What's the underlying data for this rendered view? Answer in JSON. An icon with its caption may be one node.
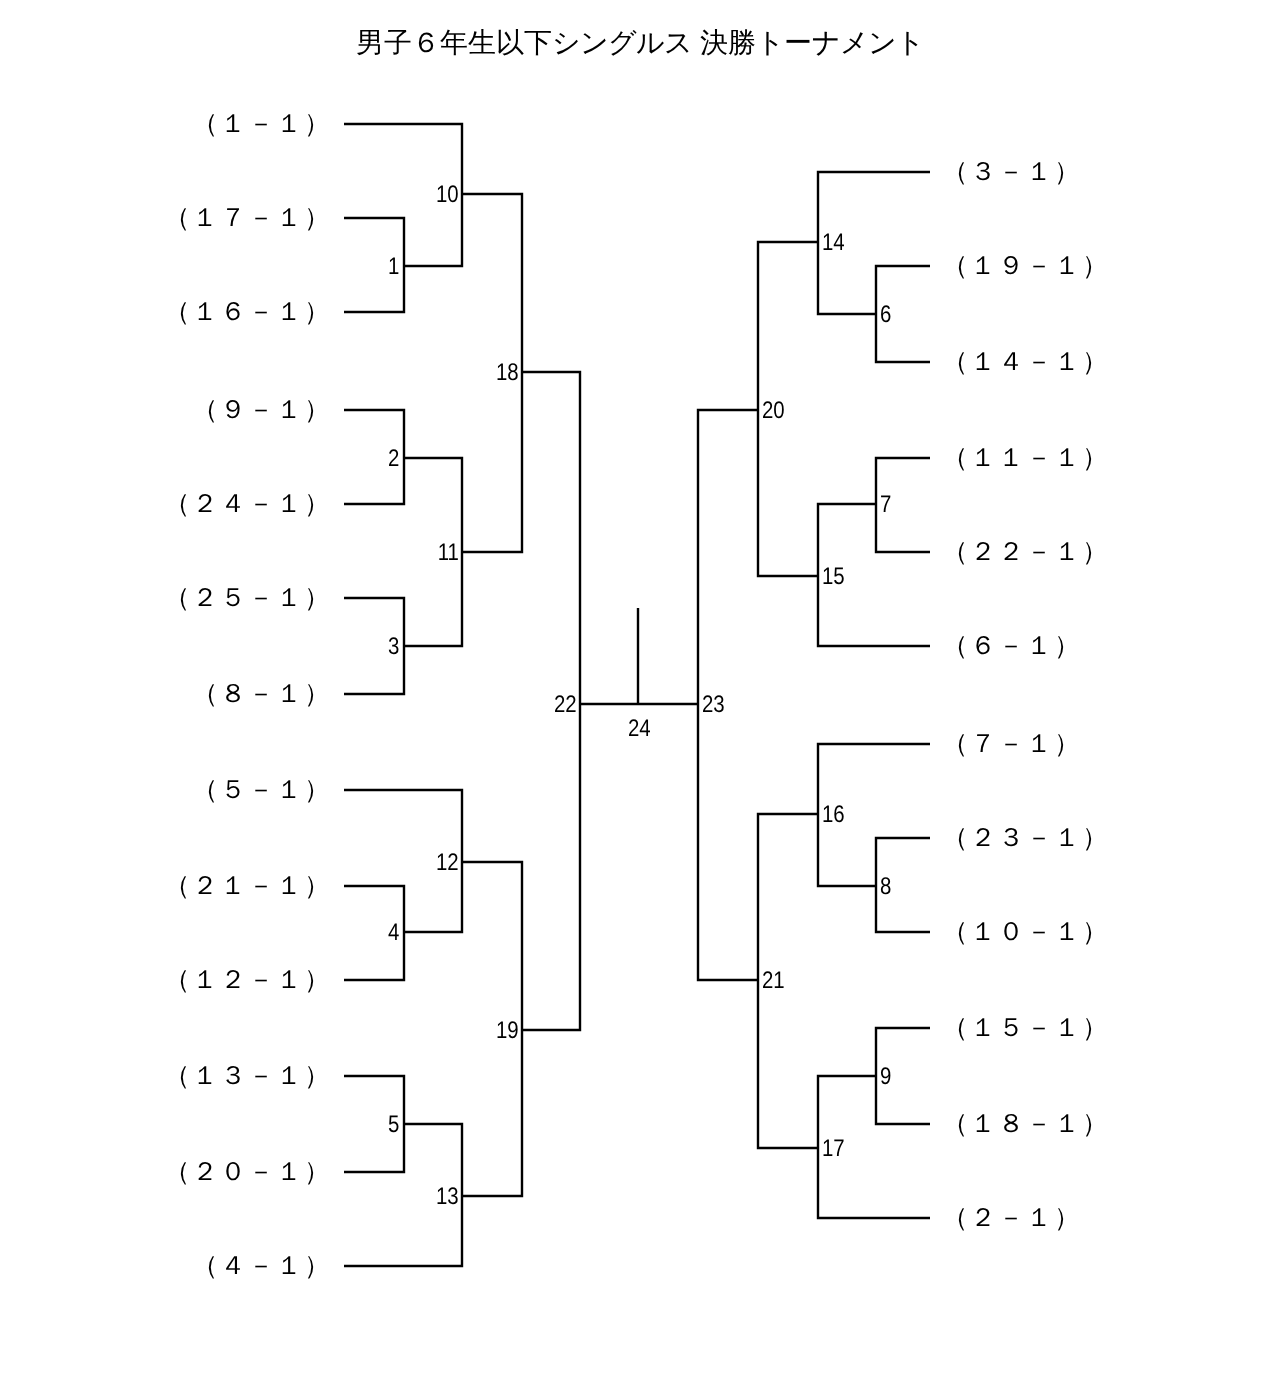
{
  "diagram": {
    "title": "男子６年生以下シングルス 決勝トーナメント",
    "nodes": [
      {
        "text": [
          "（１－１）"
        ]
      },
      {
        "text": [
          "（１７－１）"
        ]
      },
      {
        "text": [
          "（１６－１）"
        ]
      },
      {
        "text": [
          "（９－１）"
        ]
      },
      {
        "text": [
          "（２４－１）"
        ]
      },
      {
        "text": [
          "（２５－１）"
        ]
      },
      {
        "text": [
          "（８－１）"
        ]
      },
      {
        "text": [
          "（５－１）"
        ]
      },
      {
        "text": [
          "（２１－１）"
        ]
      },
      {
        "text": [
          "（１２－１）"
        ]
      },
      {
        "text": [
          "（１３－１）"
        ]
      },
      {
        "text": [
          "（２０－１）"
        ]
      },
      {
        "text": [
          "（４－１）"
        ]
      },
      {
        "text": [
          "（３－１）"
        ]
      },
      {
        "text": [
          "（１９－１）"
        ]
      },
      {
        "text": [
          "（１４－１）"
        ]
      },
      {
        "text": [
          "（１１－１）"
        ]
      },
      {
        "text": [
          "（２２－１）"
        ]
      },
      {
        "text": [
          "（６－１）"
        ]
      },
      {
        "text": [
          "（７－１）"
        ]
      },
      {
        "text": [
          "（２３－１）"
        ]
      },
      {
        "text": [
          "（１０－１）"
        ]
      },
      {
        "text": [
          "（１５－１）"
        ]
      },
      {
        "text": [
          "（１８－１）"
        ]
      },
      {
        "text": [
          "（２－１）"
        ]
      },
      {
        "text": [
          "1"
        ]
      },
      {
        "text": [
          "2"
        ]
      },
      {
        "text": [
          "3"
        ]
      },
      {
        "text": [
          "4"
        ]
      },
      {
        "text": [
          "5"
        ]
      },
      {
        "text": [
          "6"
        ]
      },
      {
        "text": [
          "7"
        ]
      },
      {
        "text": [
          "8"
        ]
      },
      {
        "text": [
          "9"
        ]
      },
      {
        "text": [
          "10"
        ]
      },
      {
        "text": [
          "11"
        ]
      },
      {
        "text": [
          "12"
        ]
      },
      {
        "text": [
          "13"
        ]
      },
      {
        "text": [
          "14"
        ]
      },
      {
        "text": [
          "15"
        ]
      },
      {
        "text": [
          "16"
        ]
      },
      {
        "text": [
          "17"
        ]
      },
      {
        "text": [
          "18"
        ]
      },
      {
        "text": [
          "19"
        ]
      },
      {
        "text": [
          "20"
        ]
      },
      {
        "text": [
          "21"
        ]
      },
      {
        "text": [
          "22"
        ]
      },
      {
        "text": [
          "23"
        ]
      },
      {
        "text": [
          "24"
        ]
      }
    ],
    "edges": [
      {
        "from": 1,
        "to": 25,
        "arrow": "none"
      },
      {
        "from": 2,
        "to": 25,
        "arrow": "none"
      },
      {
        "from": 0,
        "to": 34,
        "arrow": "none"
      },
      {
        "from": 25,
        "to": 34,
        "arrow": "none"
      },
      {
        "from": 3,
        "to": 26,
        "arrow": "none"
      },
      {
        "from": 4,
        "to": 26,
        "arrow": "none"
      },
      {
        "from": 5,
        "to": 27,
        "arrow": "none"
      },
      {
        "from": 6,
        "to": 27,
        "arrow": "none"
      },
      {
        "from": 26,
        "to": 35,
        "arrow": "none"
      },
      {
        "from": 27,
        "to": 35,
        "arrow": "none"
      },
      {
        "from": 34,
        "to": 42,
        "arrow": "none"
      },
      {
        "from": 35,
        "to": 42,
        "arrow": "none"
      },
      {
        "from": 8,
        "to": 28,
        "arrow": "none"
      },
      {
        "from": 9,
        "to": 28,
        "arrow": "none"
      },
      {
        "from": 7,
        "to": 36,
        "arrow": "none"
      },
      {
        "from": 28,
        "to": 36,
        "arrow": "none"
      },
      {
        "from": 10,
        "to": 29,
        "arrow": "none"
      },
      {
        "from": 11,
        "to": 29,
        "arrow": "none"
      },
      {
        "from": 29,
        "to": 37,
        "arrow": "none"
      },
      {
        "from": 12,
        "to": 37,
        "arrow": "none"
      },
      {
        "from": 36,
        "to": 43,
        "arrow": "none"
      },
      {
        "from": 37,
        "to": 43,
        "arrow": "none"
      },
      {
        "from": 42,
        "to": 46,
        "arrow": "none"
      },
      {
        "from": 43,
        "to": 46,
        "arrow": "none"
      },
      {
        "from": 14,
        "to": 30,
        "arrow": "none"
      },
      {
        "from": 15,
        "to": 30,
        "arrow": "none"
      },
      {
        "from": 13,
        "to": 38,
        "arrow": "none"
      },
      {
        "from": 30,
        "to": 38,
        "arrow": "none"
      },
      {
        "from": 16,
        "to": 31,
        "arrow": "none"
      },
      {
        "from": 17,
        "to": 31,
        "arrow": "none"
      },
      {
        "from": 31,
        "to": 39,
        "arrow": "none"
      },
      {
        "from": 18,
        "to": 39,
        "arrow": "none"
      },
      {
        "from": 38,
        "to": 44,
        "arrow": "none"
      },
      {
        "from": 39,
        "to": 44,
        "arrow": "none"
      },
      {
        "from": 20,
        "to": 32,
        "arrow": "none"
      },
      {
        "from": 21,
        "to": 32,
        "arrow": "none"
      },
      {
        "from": 19,
        "to": 40,
        "arrow": "none"
      },
      {
        "from": 32,
        "to": 40,
        "arrow": "none"
      },
      {
        "from": 22,
        "to": 33,
        "arrow": "none"
      },
      {
        "from": 23,
        "to": 33,
        "arrow": "none"
      },
      {
        "from": 33,
        "to": 41,
        "arrow": "none"
      },
      {
        "from": 24,
        "to": 41,
        "arrow": "none"
      },
      {
        "from": 40,
        "to": 45,
        "arrow": "none"
      },
      {
        "from": 41,
        "to": 45,
        "arrow": "none"
      },
      {
        "from": 44,
        "to": 47,
        "arrow": "none"
      },
      {
        "from": 45,
        "to": 47,
        "arrow": "none"
      },
      {
        "from": 46,
        "to": 48,
        "arrow": "none"
      },
      {
        "from": 47,
        "to": 48,
        "arrow": "none"
      }
    ]
  }
}
